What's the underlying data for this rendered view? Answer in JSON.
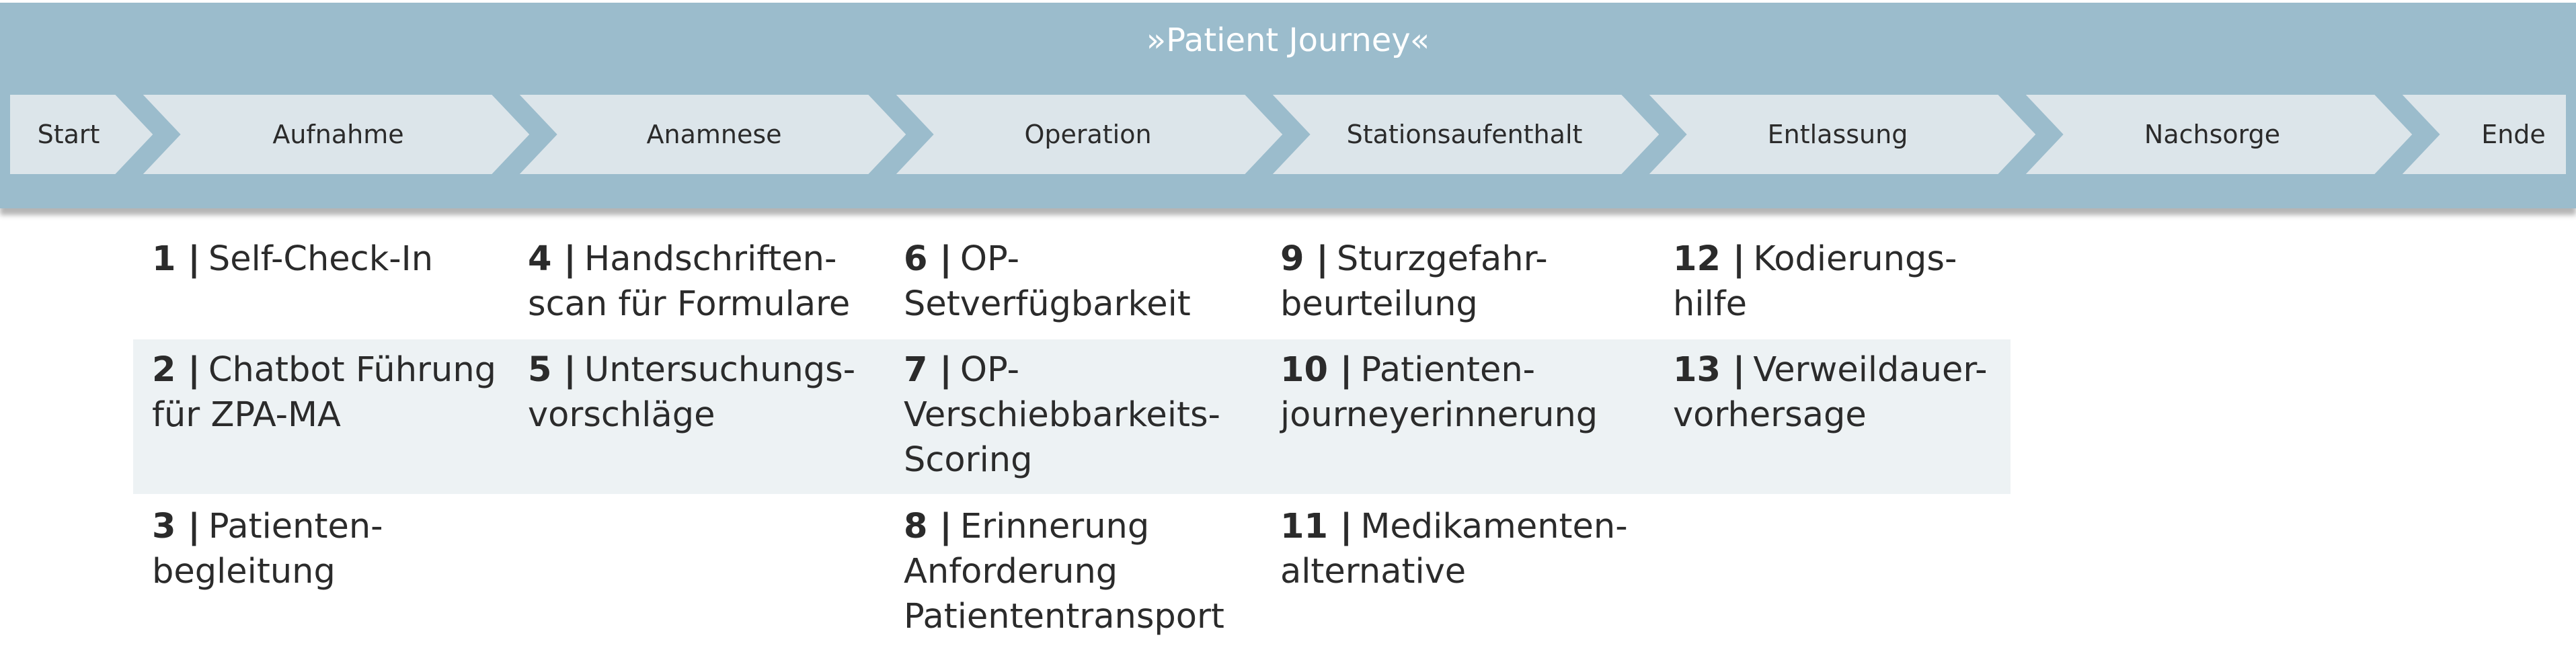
{
  "journey": {
    "title": "»Patient Journey«",
    "stages": [
      "Start",
      "Aufnahme",
      "Anamnese",
      "Operation",
      "Stationsaufenthalt",
      "Entlassung",
      "Nachsorge",
      "Ende"
    ]
  },
  "use_cases": [
    {
      "number": "1 |",
      "lines": [
        "Self-Check-In"
      ]
    },
    {
      "number": "2 |",
      "lines": [
        "Chatbot Führung",
        "für ZPA-MA"
      ]
    },
    {
      "number": "3 |",
      "lines": [
        "Patienten-",
        "begleitung"
      ]
    },
    {
      "number": "4 |",
      "lines": [
        "Handschriften-",
        "scan für Formulare"
      ]
    },
    {
      "number": "5 |",
      "lines": [
        "Untersuchungs-",
        "vorschläge"
      ]
    },
    {
      "number": "6 |",
      "lines": [
        "OP-",
        "Setverfügbarkeit"
      ]
    },
    {
      "number": "7 |",
      "lines": [
        "OP-",
        "Verschiebbarkeits-",
        "Scoring"
      ]
    },
    {
      "number": "8 |",
      "lines": [
        "Erinnerung",
        "Anforderung",
        "Patiententransport"
      ]
    },
    {
      "number": "9 |",
      "lines": [
        "Sturzgefahr-",
        "beurteilung"
      ]
    },
    {
      "number": "10 |",
      "lines": [
        "Patienten-",
        "journeyerinnerung"
      ]
    },
    {
      "number": "11 |",
      "lines": [
        "Medikamenten-",
        "alternative"
      ]
    },
    {
      "number": "12 |",
      "lines": [
        "Kodierungs-",
        "hilfe"
      ]
    },
    {
      "number": "13 |",
      "lines": [
        "Verweildauer-",
        "vorhersage"
      ]
    }
  ],
  "colors": {
    "band": "#9bbccc",
    "chevron": "#dce5ea",
    "row_highlight": "#edf2f4",
    "text": "#2b2b2b"
  }
}
